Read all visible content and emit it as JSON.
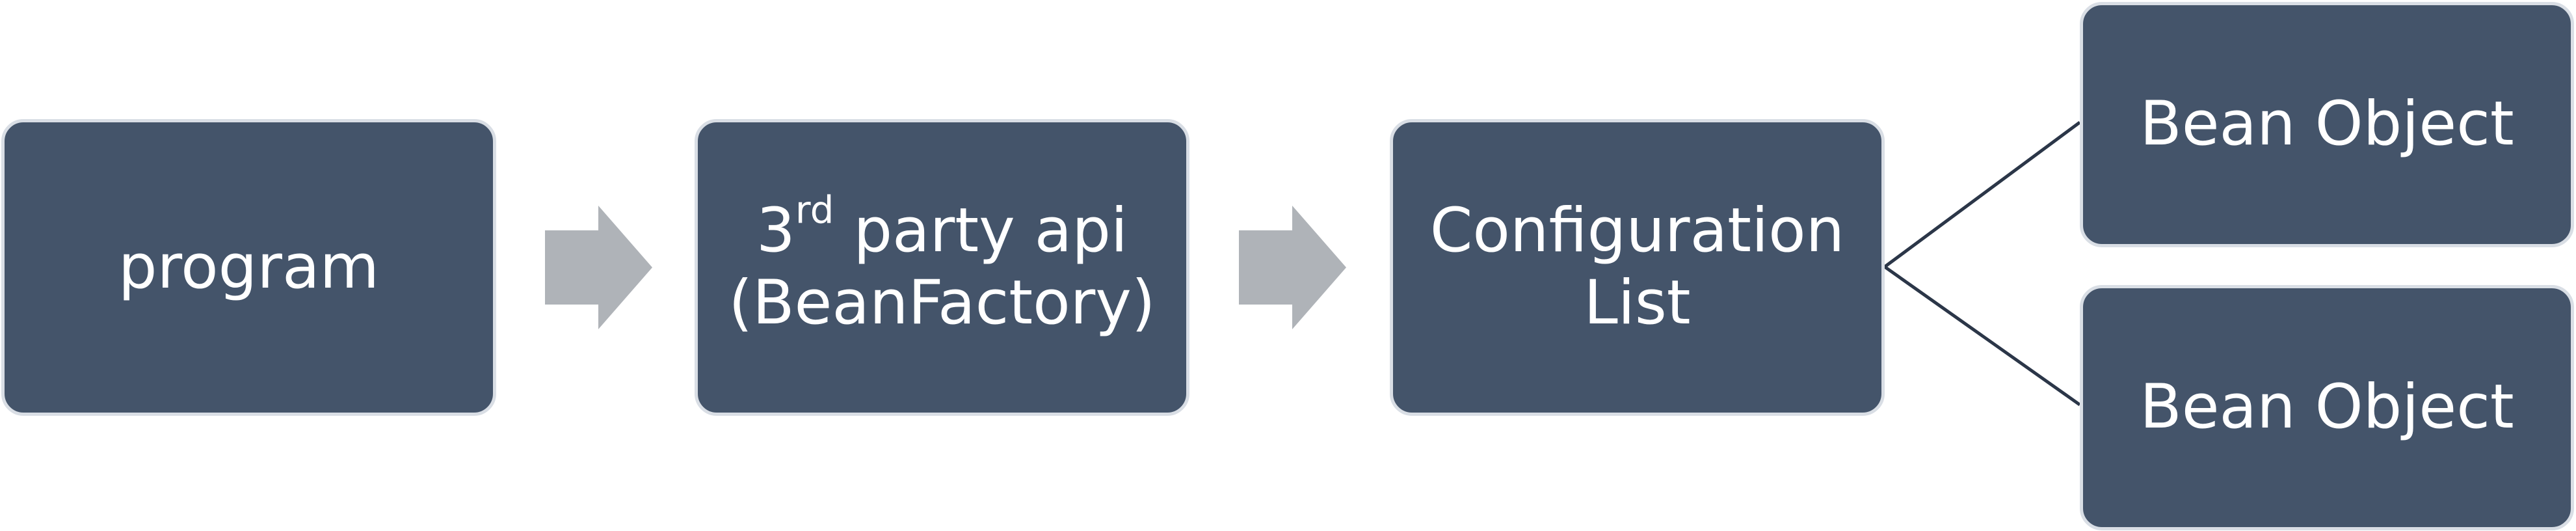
{
  "diagram": {
    "nodes": {
      "program": {
        "label": "program"
      },
      "api": {
        "line1_prefix": "3",
        "line1_sup": "rd",
        "line1_suffix": " party api",
        "line2": "(BeanFactory)"
      },
      "config": {
        "line1": "Configuration",
        "line2": "List"
      },
      "bean_1": {
        "label": "Bean Object"
      },
      "bean_2": {
        "label": "Bean Object"
      }
    },
    "colors": {
      "box_fill": "#44546A",
      "box_border": "#D9DEE5",
      "box_text": "#FFFFFF",
      "arrow_fill": "#AFB3B8",
      "connector_line": "#2B3648"
    },
    "edges": [
      {
        "from": "program",
        "to": "api",
        "style": "block-arrow"
      },
      {
        "from": "api",
        "to": "config",
        "style": "block-arrow"
      },
      {
        "from": "config",
        "to": "bean_1",
        "style": "line"
      },
      {
        "from": "config",
        "to": "bean_2",
        "style": "line"
      }
    ]
  }
}
